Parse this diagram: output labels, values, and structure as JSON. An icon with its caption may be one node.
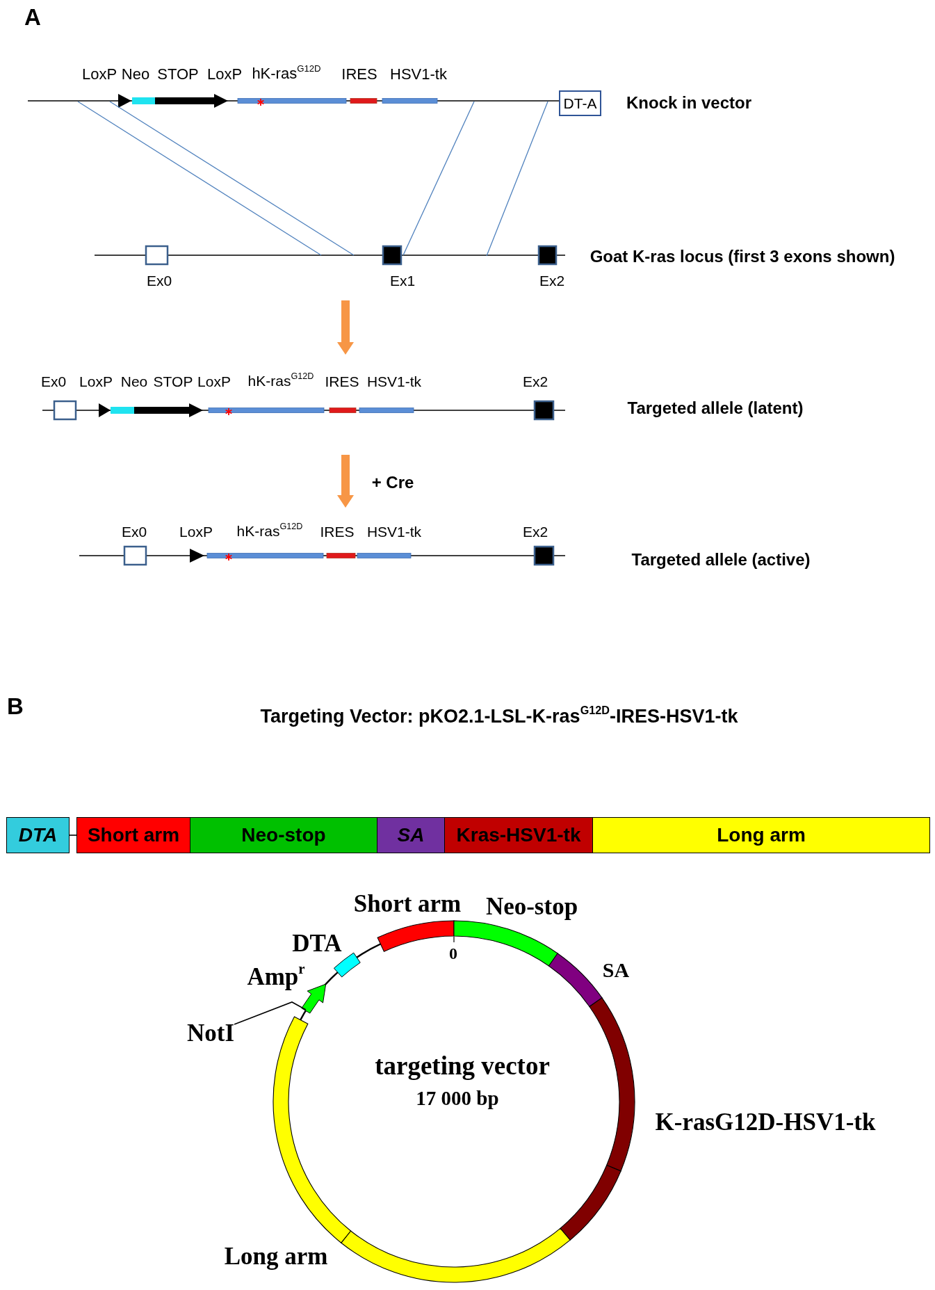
{
  "diagram": {
    "nodes": [
      {
        "text": [
          "DT-A"
        ]
      },
      {
        "text": [
          "DTA"
        ]
      },
      {
        "text": [
          "Short arm"
        ]
      },
      {
        "text": [
          "Neo-stop"
        ]
      },
      {
        "text": [
          "SA"
        ]
      },
      {
        "text": [
          "Kras-HSV1-tk"
        ]
      },
      {
        "text": [
          "Long arm"
        ]
      },
      {
        "text": [
          "NotI"
        ]
      }
    ],
    "edges": [
      {
        "from": 1,
        "to": 2,
        "arrow": "none"
      },
      {
        "from": 7,
        "to": null,
        "arrow": "none"
      }
    ],
    "labels": [
      "A",
      "LoxP",
      "Neo",
      "STOP",
      "LoxP",
      "hK-ras$^{G12D}$",
      "IRES",
      "HSV1-tk",
      "Knock in vector",
      "Goat K-ras locus (first 3 exons shown)",
      "Ex0",
      "Ex1",
      "Ex2",
      "Ex0",
      "LoxP",
      "Neo",
      "STOP",
      "LoxP",
      "hK-ras$^{G12D}$",
      "IRES",
      "HSV1-tk",
      "Ex2",
      "Targeted allele (latent)",
      "+ Cre",
      "Ex0",
      "LoxP",
      "hK-ras$^{G12D}$",
      "IRES",
      "HSV1-tk",
      "Ex2",
      "Targeted allele (active)",
      "B",
      "Targeting Vector: pKO2.1-LSL-K-ras$^{G12D}$-IRES-HSV1-tk",
      "Short arm",
      "Neo-stop",
      "DTA",
      "0",
      "SA",
      "Amp$^{r}$",
      "targeting vector",
      "17 000 bp",
      "K-rasG12D-HSV1-tk",
      "Long arm"
    ]
  }
}
